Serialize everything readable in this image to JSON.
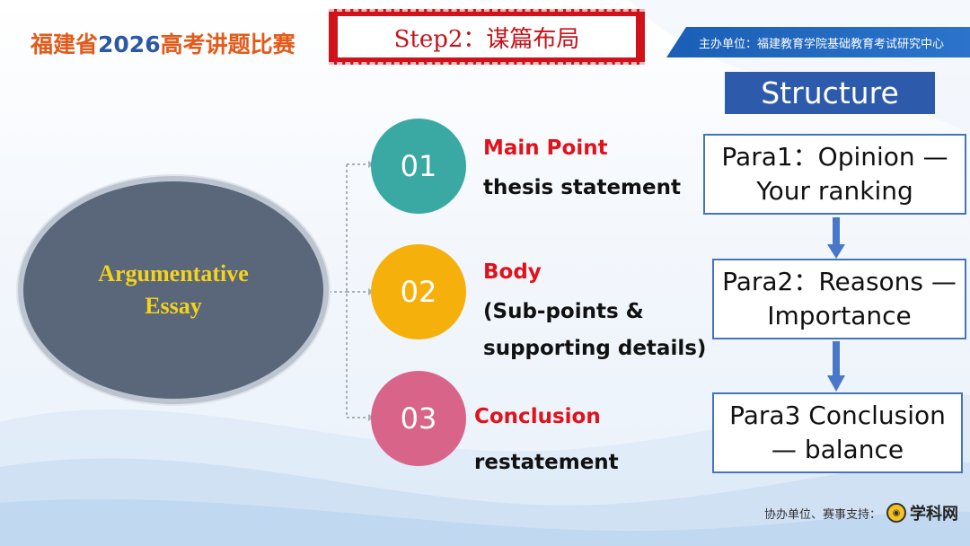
{
  "header": {
    "brand_part1": "福建省",
    "brand_part2": "2026",
    "brand_part3": "高考讲题比赛",
    "step_title": "Step2：谋篇布局",
    "host_unit": "主办单位：福建教育学院基础教育考试研究中心"
  },
  "essay": {
    "line1": "Argumentative",
    "line2": "Essay"
  },
  "points": [
    {
      "number": "01",
      "title": "Main Point",
      "desc_lines": [
        "thesis statement"
      ]
    },
    {
      "number": "02",
      "title": "Body",
      "desc_lines": [
        "(Sub-points &",
        "supporting details)"
      ]
    },
    {
      "number": "03",
      "title": "Conclusion",
      "desc_lines": [
        "restatement"
      ]
    }
  ],
  "structure": {
    "title": "Structure",
    "paras": [
      {
        "line1": "Para1：Opinion —",
        "line2": "Your ranking"
      },
      {
        "line1": "Para2：Reasons —",
        "line2": "Importance"
      },
      {
        "line1": "Para3 Conclusion",
        "line2": "— balance"
      }
    ]
  },
  "footer": {
    "support_label": "协办单位、赛事支持：",
    "logo_text": "学科网"
  },
  "colors": {
    "brand_orange": "#e35a1a",
    "brand_blue": "#2b57a6",
    "banner_red": "#d0121b",
    "circle_teal": "#3aa9a4",
    "circle_yellow": "#f6b00c",
    "circle_pink": "#d86589",
    "structure_blue": "#2e5aac",
    "essay_gray": "#5a667a",
    "essay_text_yellow": "#f3d31c"
  }
}
